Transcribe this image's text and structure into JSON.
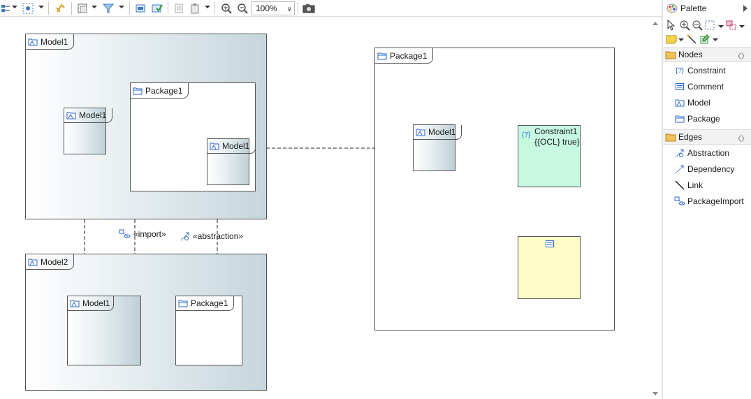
{
  "toolbar": {
    "zoom_value": "100%"
  },
  "diagram": {
    "model1_frame": "Model1",
    "model1_inner_model": "Model1",
    "model1_inner_package": "Package1",
    "model1_package_inner_model": "Model1",
    "model2_frame": "Model2",
    "model2_inner_model": "Model1",
    "model2_inner_package": "Package1",
    "package1_frame": "Package1",
    "package1_inner_model": "Model1",
    "constraint_name": "Constraint1",
    "constraint_spec": "{{OCL} true}",
    "import_label": "«import»",
    "abstraction_label": "«abstraction»"
  },
  "palette": {
    "title": "Palette",
    "nodes_label": "Nodes",
    "edges_label": "Edges",
    "nodes": [
      {
        "label": "Constraint",
        "icon": "constraint-icon"
      },
      {
        "label": "Comment",
        "icon": "comment-icon"
      },
      {
        "label": "Model",
        "icon": "model-icon"
      },
      {
        "label": "Package",
        "icon": "package-icon"
      }
    ],
    "edges": [
      {
        "label": "Abstraction",
        "icon": "abstraction-icon"
      },
      {
        "label": "Dependency",
        "icon": "dependency-icon"
      },
      {
        "label": "Link",
        "icon": "link-icon"
      },
      {
        "label": "PackageImport",
        "icon": "package-import-icon"
      }
    ]
  },
  "colors": {
    "constraint_fill": "#c6f8e2",
    "comment_fill": "#fdfcc8",
    "frame_gradient_end": "#c6d6dc",
    "icon_blue": "#2a64c8"
  }
}
